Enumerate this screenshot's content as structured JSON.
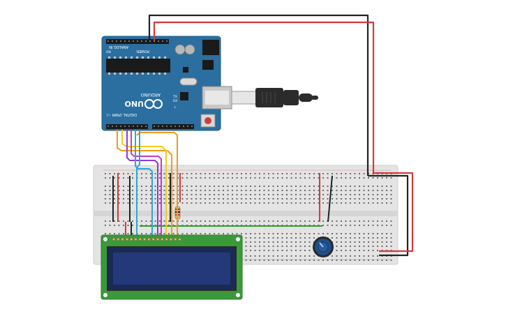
{
  "arduino": {
    "brand": "ARDUINO",
    "model": "UNO",
    "header_digital": "DIGITAL (PWM ~)",
    "header_analog": "ANALOG IN",
    "header_power": "POWER",
    "led_tx": "TX",
    "led_rx": "RX",
    "led_l": "L",
    "led_on": "ON"
  },
  "colors": {
    "arduino_board": "#2a6fa0",
    "breadboard": "#e3e3e3",
    "lcd_board": "#3a9a3a",
    "lcd_screen": "#1a2a5a",
    "wire_red": "#d43a3a",
    "wire_black": "#222222",
    "wire_green": "#2aa12a",
    "wire_orange": "#f29a1a",
    "wire_yellow": "#f2cf1a",
    "wire_cyan": "#2aa8d8",
    "wire_purple": "#8a3ad8",
    "wire_magenta": "#c83ac8",
    "pot_knob": "#1d4f8a"
  },
  "components": {
    "usb_cable": "usb-cable",
    "potentiometer": "potentiometer",
    "resistor": "resistor",
    "lcd": "lcd-16x2"
  }
}
